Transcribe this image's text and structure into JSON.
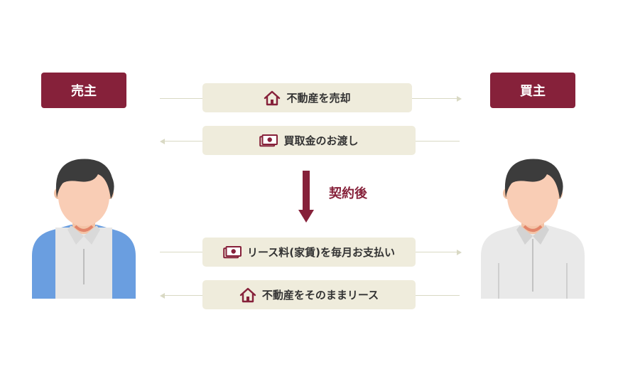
{
  "seller": {
    "label": "売主"
  },
  "buyer": {
    "label": "買主"
  },
  "steps": [
    {
      "label": "不動産を売却",
      "icon": "house-icon"
    },
    {
      "label": "買取金のお渡し",
      "icon": "money-icon"
    },
    {
      "label": "リース料(家賃)を毎月お支払い",
      "icon": "money-icon"
    },
    {
      "label": "不動産をそのままリース",
      "icon": "house-icon"
    }
  ],
  "transition": {
    "label": "契約後"
  },
  "colors": {
    "accent": "#86213a",
    "pill": "#efecdc",
    "connector": "#d9d9c4",
    "seller_sleeve": "#6a9ee0"
  }
}
